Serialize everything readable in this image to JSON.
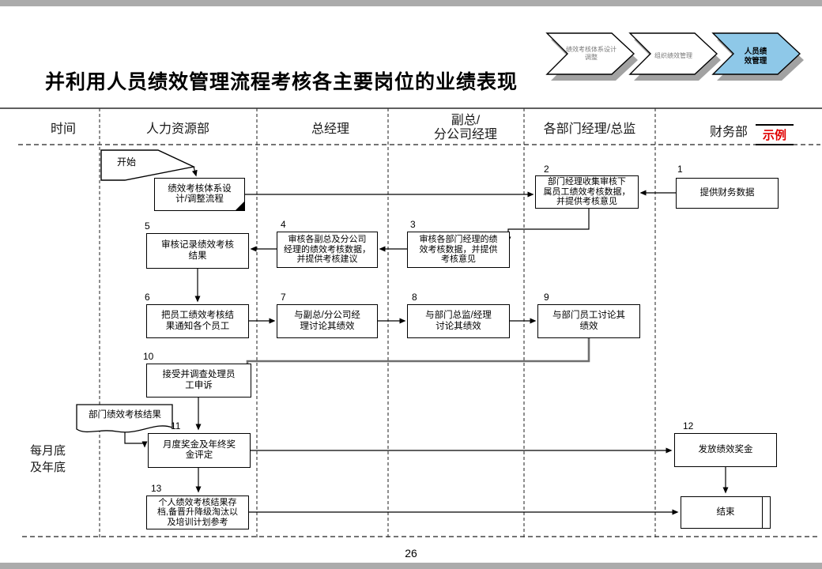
{
  "banner": {
    "steps": [
      {
        "label": "绩效考核体系设计\n调整",
        "fill": "#ffffff"
      },
      {
        "label": "组织绩效管理",
        "fill": "#ffffff"
      },
      {
        "label": "人员绩\n效管理",
        "fill": "#8ec8e8"
      }
    ]
  },
  "title": "并利用人员绩效管理流程考核各主要岗位的业绩表现",
  "sample_tag": "示例",
  "columns": {
    "time": "时间",
    "hr": "人力资源部",
    "gm": "总经理",
    "vp": "副总/\n分公司经理",
    "dept": "各部门经理/总监",
    "finance": "财务部"
  },
  "time_note": "每月底\n及年底",
  "nodes": {
    "start": {
      "label": "开始"
    },
    "design": {
      "text": "绩效考核体系设\n计/调整流程"
    },
    "n1": {
      "num": "1",
      "text": "提供财务数据"
    },
    "n2": {
      "num": "2",
      "text": "部门经理收集审核下\n属员工绩效考核数据，\n并提供考核意见"
    },
    "n3": {
      "num": "3",
      "text": "审核各部门经理的绩\n效考核数据，并提供\n考核意见"
    },
    "n4": {
      "num": "4",
      "text": "审核各副总及分公司\n经理的绩效考核数据，\n并提供考核建议"
    },
    "n5": {
      "num": "5",
      "text": "审核记录绩效考核\n结果"
    },
    "n6": {
      "num": "6",
      "text": "把员工绩效考核结\n果通知各个员工"
    },
    "n7": {
      "num": "7",
      "text": "与副总/分公司经\n理讨论其绩效"
    },
    "n8": {
      "num": "8",
      "text": "与部门总监/经理\n讨论其绩效"
    },
    "n9": {
      "num": "9",
      "text": "与部门员工讨论其\n绩效"
    },
    "n10": {
      "num": "10",
      "text": "接受并调查处理员\n工申诉"
    },
    "doc": {
      "text": "部门绩效考核结果"
    },
    "n11": {
      "num": "11",
      "text": "月度奖金及年终奖\n金评定"
    },
    "n12": {
      "num": "12",
      "text": "发放绩效奖金"
    },
    "n13": {
      "num": "13",
      "text": "个人绩效考核结果存\n档,备晋升降级淘汰以\n及培训计划参考"
    },
    "end": {
      "label": "结束"
    }
  },
  "colors": {
    "accent_blue": "#8ec8e8",
    "sample_red": "#e00000",
    "gray_connector": "#808080"
  },
  "page_number": "26"
}
